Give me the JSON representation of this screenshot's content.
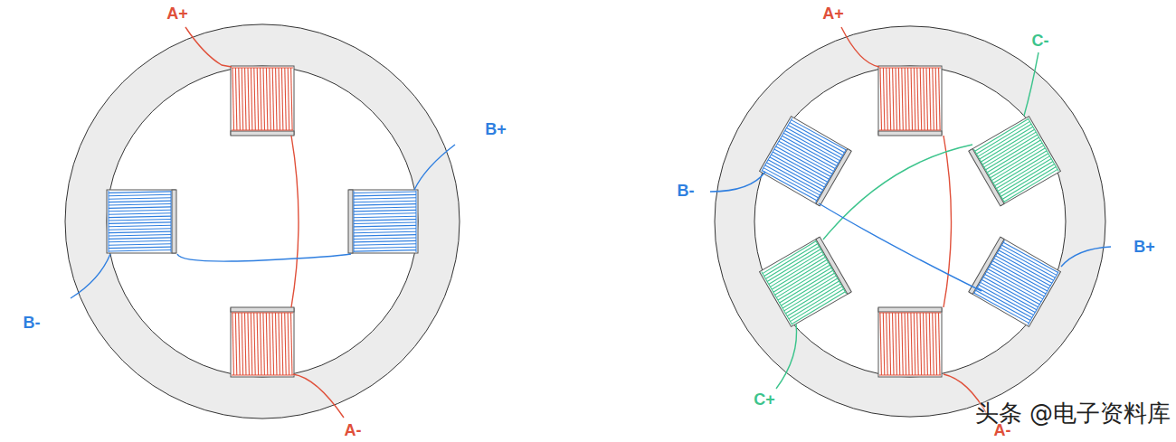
{
  "diagram": {
    "labels": [
      "A+",
      "B+",
      "B-",
      "A-",
      "A+",
      "C-",
      "B-",
      "B+",
      "C+",
      "A-",
      "头条 @电子资料库"
    ]
  }
}
